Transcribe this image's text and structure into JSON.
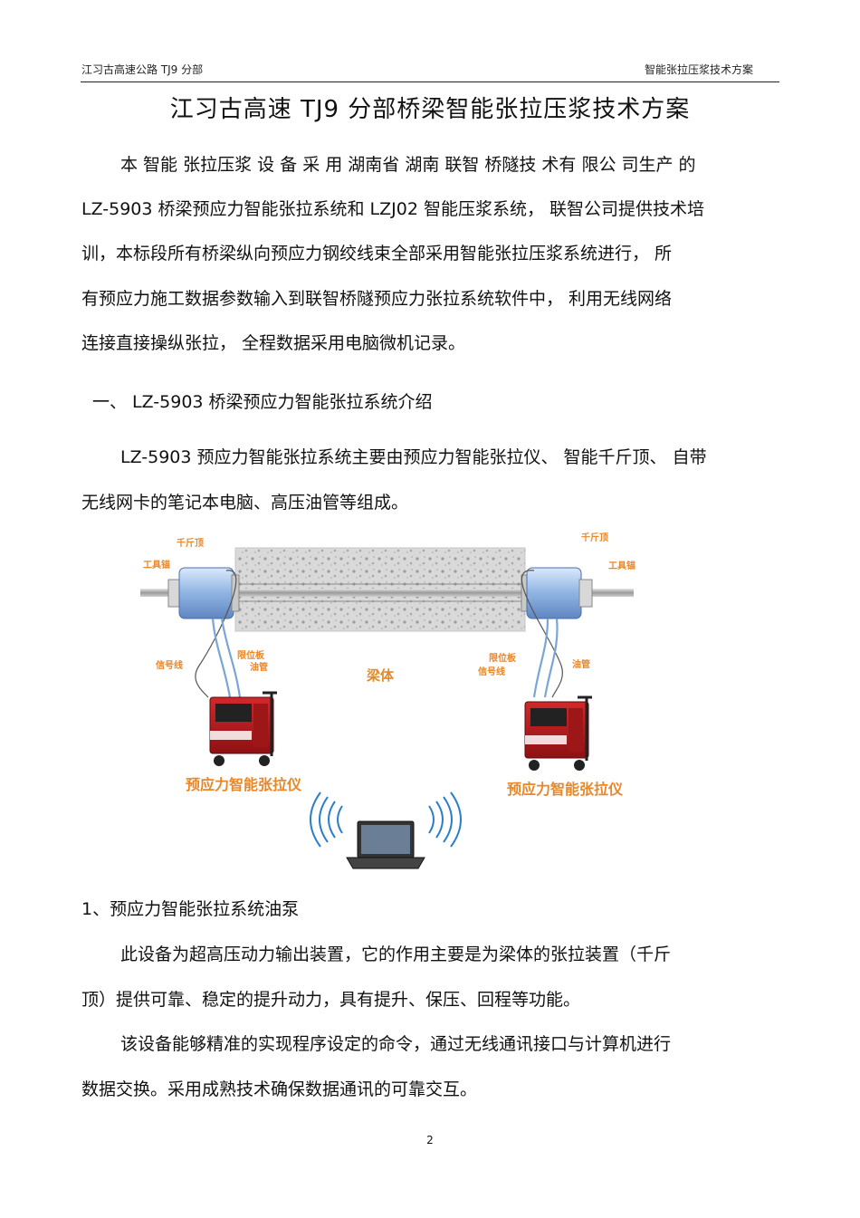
{
  "header": {
    "left": "江习古高速公路    TJ9 分部",
    "right": "智能张拉压浆技术方案"
  },
  "title": "江习古高速   TJ9 分部桥梁智能张拉压浆技术方案",
  "intro": [
    "本 智能  张拉压浆   设 备  采 用  湖南省   湖南  联智  桥隧技   术有  限公  司生产   的",
    "LZ-5903 桥梁预应力智能张拉系统和     LZJ02 智能压浆系统，  联智公司提供技术培",
    "训，本标段所有桥梁纵向预应力钢绞线束全部采用智能张拉压浆系统进行，  所",
    "有预应力施工数据参数输入到联智桥隧预应力张拉系统软件中，  利用无线网络",
    "连接直接操纵张拉，  全程数据采用电脑微机记录。"
  ],
  "section1": {
    "heading": "一、 LZ-5903  桥梁预应力智能张拉系统介绍",
    "para": [
      "LZ-5903 预应力智能张拉系统主要由预应力智能张拉仪、     智能千斤顶、 自带",
      "无线网卡的笔记本电脑、高压油管等组成。"
    ]
  },
  "figure": {
    "labels": {
      "jack": "千斤顶",
      "tool_anchor": "工具锚",
      "stopper": "限位板",
      "oil_pipe": "油管",
      "signal_line": "信号线",
      "beam": "梁体",
      "device": "预应力智能张拉仪"
    },
    "colors": {
      "label": "#e8872a",
      "device_red": "#b3191c",
      "jack_blue": "#8fb4e3",
      "wifi": "#2b7fc9",
      "beam_label": "#e08a2a"
    }
  },
  "subsection1": {
    "heading": "1、预应力智能张拉系统油泵",
    "para1": [
      "此设备为超高压动力输出装置，它的作用主要是为梁体的张拉装置（千斤",
      "顶）提供可靠、稳定的提升动力，具有提升、保压、回程等功能。"
    ],
    "para2": [
      "该设备能够精准的实现程序设定的命令，通过无线通讯接口与计算机进行",
      "数据交换。采用成熟技术确保数据通讯的可靠交互。"
    ]
  },
  "page_number": "2"
}
